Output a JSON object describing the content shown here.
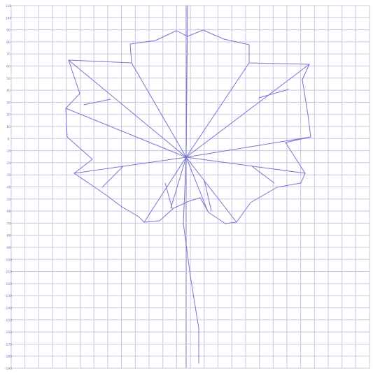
{
  "worksheet": {
    "watermark_top": "",
    "watermark_top_sub": "",
    "watermark_bottom": ""
  },
  "grid": {
    "y_tick_labels": [
      "110",
      "100",
      "90",
      "80",
      "70",
      "60",
      "50",
      "40",
      "30",
      "20",
      "10",
      "0",
      "-10",
      "-20",
      "-30",
      "-40",
      "-50",
      "-60",
      "-70",
      "-80",
      "-90",
      "-100",
      "-110",
      "-120",
      "-130",
      "-140",
      "-150",
      "-160",
      "-170",
      "-180",
      "-190"
    ],
    "colors": {
      "line": "#c5c8e6",
      "axis": "#8e90cc",
      "drawing": "#7a74d0",
      "label": "#6c6fb5",
      "watermark": "#d9dbe8"
    }
  },
  "drawing": {
    "subject": "leaf",
    "color": "#7a74d0"
  }
}
